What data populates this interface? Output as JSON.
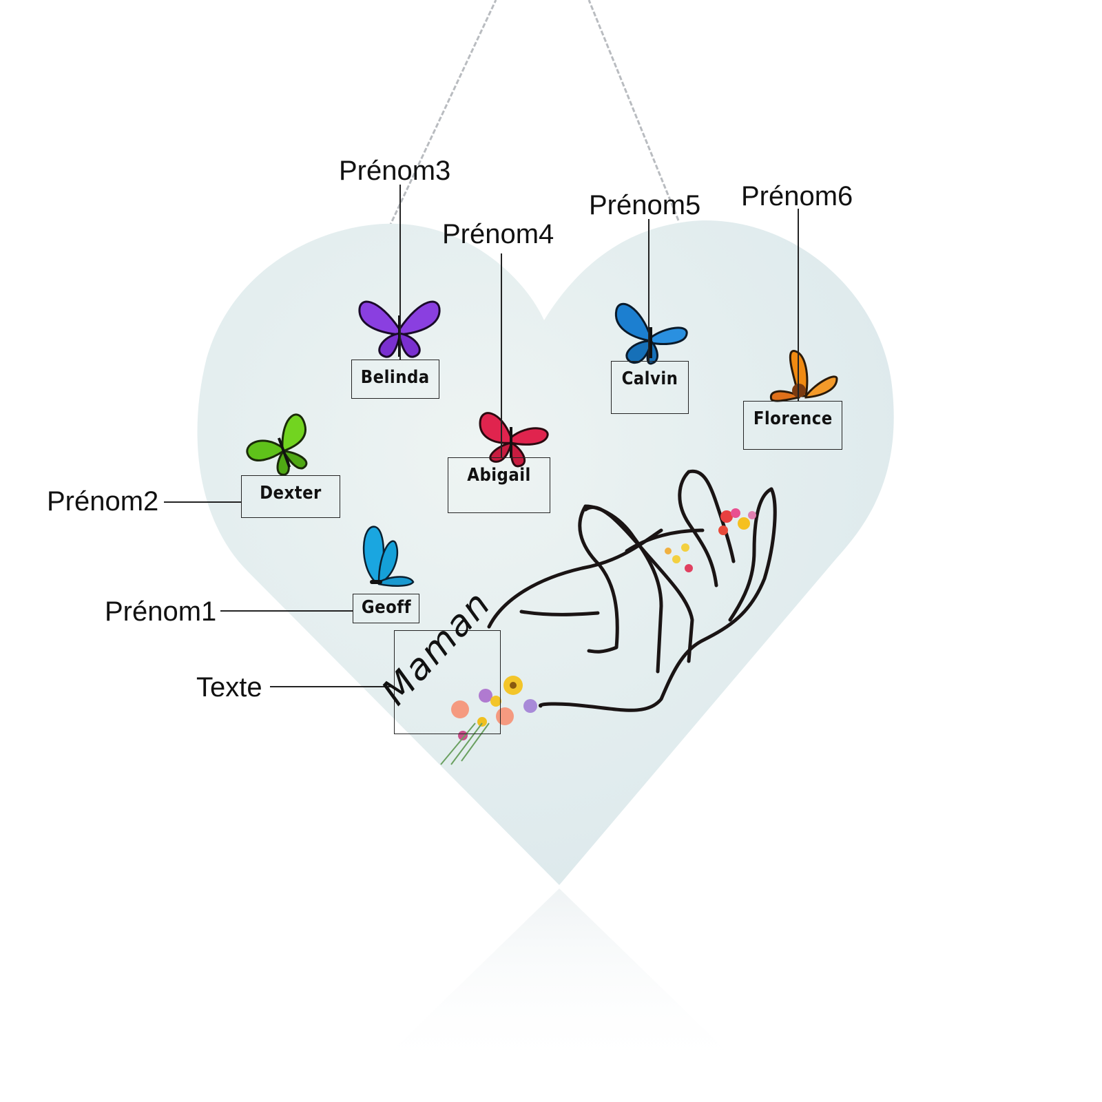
{
  "product": {
    "shape": "heart",
    "background_color": "#e6eff0",
    "chain_color": "#b9bcc0"
  },
  "callouts": {
    "prenom1": "Prénom1",
    "prenom2": "Prénom2",
    "prenom3": "Prénom3",
    "prenom4": "Prénom4",
    "prenom5": "Prénom5",
    "prenom6": "Prénom6",
    "texte": "Texte"
  },
  "names": {
    "prenom1": "Geoff",
    "prenom2": "Dexter",
    "prenom3": "Belinda",
    "prenom4": "Abigail",
    "prenom5": "Calvin",
    "prenom6": "Florence"
  },
  "main_text": "Maman",
  "butterflies": [
    {
      "for": "Geoff",
      "color": "#1aa6e0"
    },
    {
      "for": "Dexter",
      "color": "#5fc21a"
    },
    {
      "for": "Belinda",
      "color": "#8a3fe0"
    },
    {
      "for": "Abigail",
      "color": "#e0244e"
    },
    {
      "for": "Calvin",
      "color": "#1c7fd0"
    },
    {
      "for": "Florence",
      "color": "#f08a12"
    }
  ]
}
